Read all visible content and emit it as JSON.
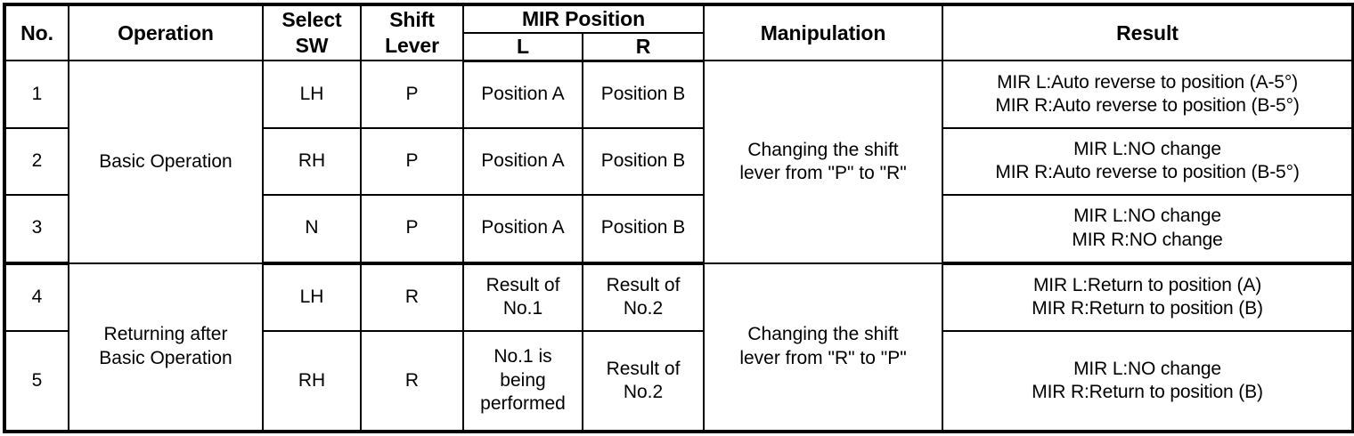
{
  "table": {
    "headers": {
      "no": "No.",
      "operation": "Operation",
      "select_sw": "Select\nSW",
      "shift_lever": "Shift\nLever",
      "mir_position": "MIR Position",
      "mir_l": "L",
      "mir_r": "R",
      "manipulation": "Manipulation",
      "result": "Result"
    },
    "groups": [
      {
        "operation": "Basic Operation",
        "manipulation": "Changing the shift\nlever from \"P\" to \"R\"",
        "rows": [
          {
            "no": "1",
            "select_sw": "LH",
            "shift_lever": "P",
            "mir_l": "Position A",
            "mir_r": "Position B",
            "result": "MIR L:Auto reverse to position (A-5°)\nMIR R:Auto reverse to position (B-5°)"
          },
          {
            "no": "2",
            "select_sw": "RH",
            "shift_lever": "P",
            "mir_l": "Position A",
            "mir_r": "Position B",
            "result": "MIR L:NO change\nMIR R:Auto reverse to position (B-5°)"
          },
          {
            "no": "3",
            "select_sw": "N",
            "shift_lever": "P",
            "mir_l": "Position A",
            "mir_r": "Position B",
            "result": "MIR L:NO change\nMIR R:NO change"
          }
        ]
      },
      {
        "operation": "Returning after\nBasic Operation",
        "manipulation": "Changing the shift\nlever from \"R\" to \"P\"",
        "rows": [
          {
            "no": "4",
            "select_sw": "LH",
            "shift_lever": "R",
            "mir_l": "Result of\nNo.1",
            "mir_r": "Result of\nNo.2",
            "result": "MIR L:Return to position (A)\nMIR R:Return to position (B)"
          },
          {
            "no": "5",
            "select_sw": "RH",
            "shift_lever": "R",
            "mir_l": "No.1 is\nbeing\nperformed",
            "mir_r": "Result of\nNo.2",
            "result": "MIR L:NO change\nMIR R:Return to position (B)"
          }
        ]
      }
    ]
  },
  "colors": {
    "border": "#000000",
    "text": "#000000",
    "background": "#ffffff"
  }
}
